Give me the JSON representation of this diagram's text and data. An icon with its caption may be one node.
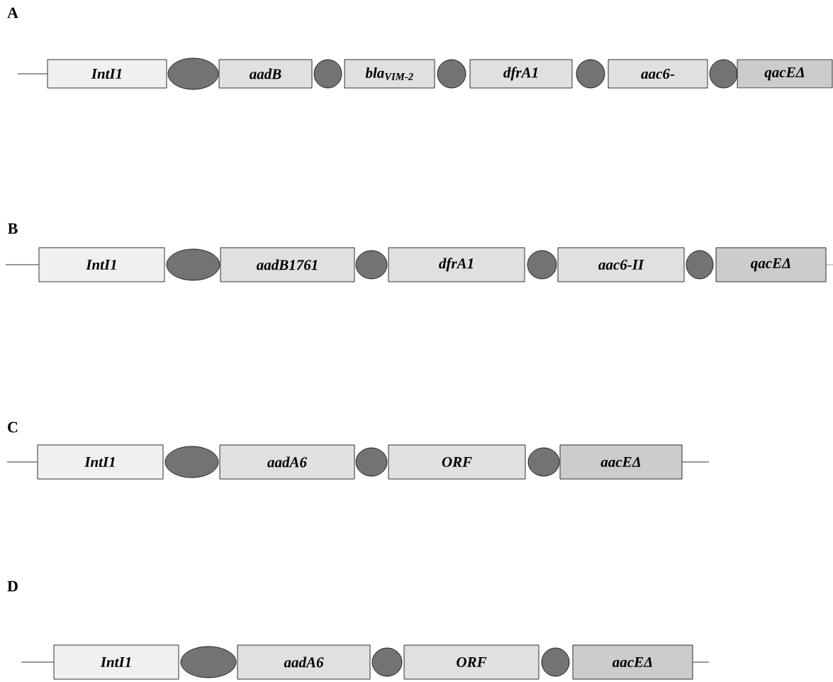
{
  "diagram": {
    "nodes": [
      {
        "text": [
          "IntI1"
        ]
      },
      {
        "text": [],
        "shape": "ellipse"
      },
      {
        "text": [
          "aadB"
        ]
      },
      {
        "text": [],
        "shape": "ellipse"
      },
      {
        "text": [
          "bla$_{VIM-2}$"
        ]
      },
      {
        "text": [],
        "shape": "ellipse"
      },
      {
        "text": [
          "dfrA1"
        ]
      },
      {
        "text": [],
        "shape": "ellipse"
      },
      {
        "text": [
          "aac6-"
        ]
      },
      {
        "text": [],
        "shape": "ellipse"
      },
      {
        "text": [
          "qacEΔ"
        ]
      },
      {
        "text": [
          "IntI1"
        ]
      },
      {
        "text": [],
        "shape": "ellipse"
      },
      {
        "text": [
          "aadB1761"
        ]
      },
      {
        "text": [],
        "shape": "ellipse"
      },
      {
        "text": [
          "dfrA1"
        ]
      },
      {
        "text": [],
        "shape": "ellipse"
      },
      {
        "text": [
          "aac6-II"
        ]
      },
      {
        "text": [],
        "shape": "ellipse"
      },
      {
        "text": [
          "qacEΔ"
        ]
      },
      {
        "text": [
          "IntI1"
        ]
      },
      {
        "text": [],
        "shape": "ellipse"
      },
      {
        "text": [
          "aadA6"
        ]
      },
      {
        "text": [],
        "shape": "ellipse"
      },
      {
        "text": [
          "ORF"
        ]
      },
      {
        "text": [],
        "shape": "ellipse"
      },
      {
        "text": [
          "aacEΔ"
        ]
      },
      {
        "text": [
          "IntI1"
        ]
      },
      {
        "text": [],
        "shape": "ellipse"
      },
      {
        "text": [
          "aadA6"
        ]
      },
      {
        "text": [],
        "shape": "ellipse"
      },
      {
        "text": [
          "ORF"
        ]
      },
      {
        "text": [],
        "shape": "ellipse"
      },
      {
        "text": [
          "aacEΔ"
        ]
      }
    ],
    "edges": [
      {
        "from": null,
        "to": 0,
        "arrow": "none"
      },
      {
        "from": null,
        "to": 11,
        "arrow": "none"
      },
      {
        "from": 19,
        "to": null,
        "arrow": "none"
      },
      {
        "from": null,
        "to": 20,
        "arrow": "none"
      },
      {
        "from": 26,
        "to": null,
        "arrow": "none"
      },
      {
        "from": null,
        "to": 27,
        "arrow": "none"
      },
      {
        "from": 33,
        "to": null,
        "arrow": "none"
      }
    ],
    "labels": [
      "A",
      "B",
      "C",
      "D"
    ]
  }
}
